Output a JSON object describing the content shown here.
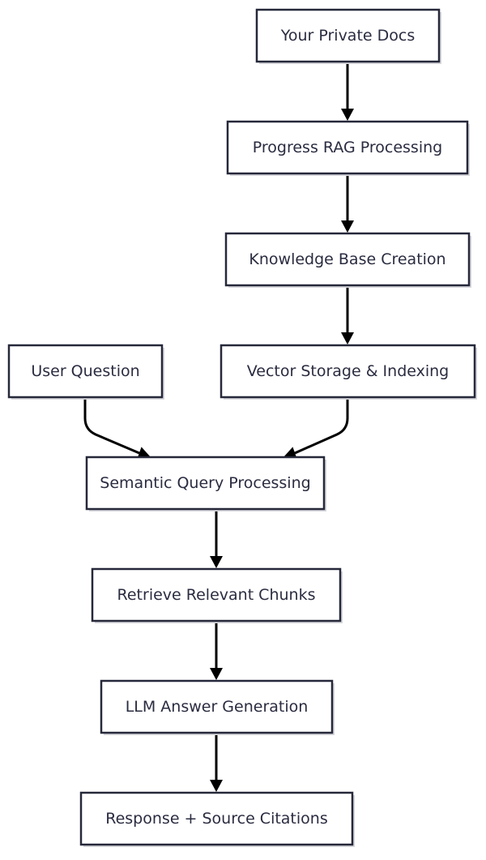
{
  "diagram": {
    "nodes": [
      {
        "id": "private_docs",
        "label": "Your Private Docs"
      },
      {
        "id": "rag_processing",
        "label": "Progress RAG Processing"
      },
      {
        "id": "kb_creation",
        "label": "Knowledge Base Creation"
      },
      {
        "id": "user_question",
        "label": "User Question"
      },
      {
        "id": "vector_storage",
        "label": "Vector Storage & Indexing"
      },
      {
        "id": "semantic_query",
        "label": "Semantic Query Processing"
      },
      {
        "id": "retrieve_chunks",
        "label": "Retrieve Relevant Chunks"
      },
      {
        "id": "llm_generation",
        "label": "LLM Answer Generation"
      },
      {
        "id": "response_citations",
        "label": "Response + Source Citations"
      }
    ],
    "edges": [
      {
        "from": "private_docs",
        "to": "rag_processing"
      },
      {
        "from": "rag_processing",
        "to": "kb_creation"
      },
      {
        "from": "kb_creation",
        "to": "vector_storage"
      },
      {
        "from": "user_question",
        "to": "semantic_query"
      },
      {
        "from": "vector_storage",
        "to": "semantic_query"
      },
      {
        "from": "semantic_query",
        "to": "retrieve_chunks"
      },
      {
        "from": "retrieve_chunks",
        "to": "llm_generation"
      },
      {
        "from": "llm_generation",
        "to": "response_citations"
      }
    ]
  }
}
